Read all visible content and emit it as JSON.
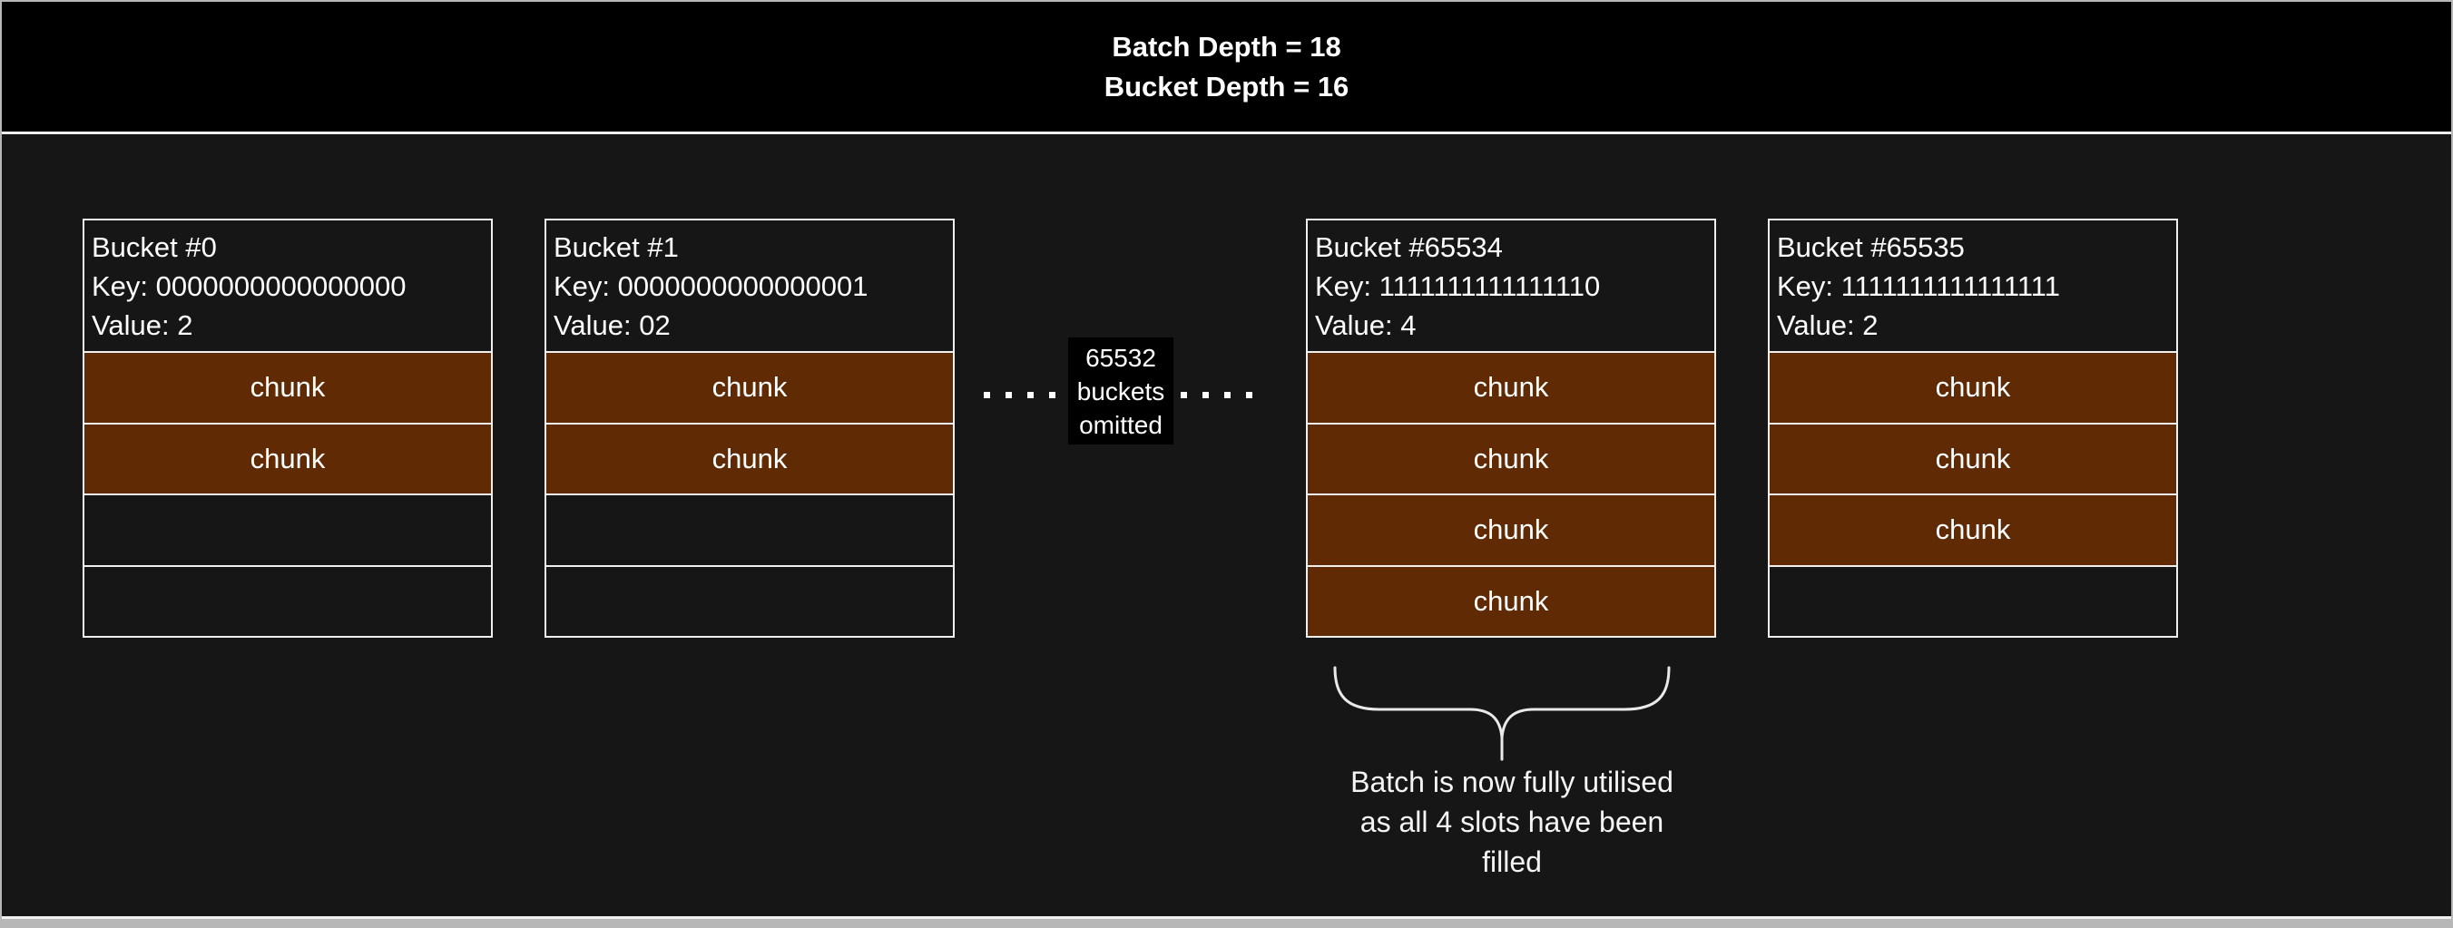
{
  "header": {
    "line1": "Batch Depth = 18",
    "line2": "Bucket Depth = 16"
  },
  "buckets": [
    {
      "title": "Bucket #0",
      "key": "Key: 0000000000000000",
      "value": "Value: 2",
      "slots": [
        "chunk",
        "chunk",
        "",
        ""
      ]
    },
    {
      "title": "Bucket #1",
      "key": "Key: 0000000000000001",
      "value": "Value: 02",
      "slots": [
        "chunk",
        "chunk",
        "",
        ""
      ]
    },
    {
      "title": "Bucket #65534",
      "key": "Key: 1111111111111110",
      "value": "Value: 4",
      "slots": [
        "chunk",
        "chunk",
        "chunk",
        "chunk"
      ]
    },
    {
      "title": "Bucket #65535",
      "key": "Key: 1111111111111111",
      "value": "Value: 2",
      "slots": [
        "chunk",
        "chunk",
        "chunk",
        ""
      ]
    }
  ],
  "omitted": {
    "line1": "65532",
    "line2": "buckets",
    "line3": "omitted"
  },
  "annotation": {
    "line1": "Batch is now fully utilised",
    "line2": "as all 4 slots have been",
    "line3": "filled"
  },
  "colors": {
    "frame": "#b7b7b7",
    "canvas_bg": "#161616",
    "header_bg": "#000000",
    "label_bg": "#000000",
    "border": "#f0f0f0",
    "chunk_fill": "#602b04"
  }
}
